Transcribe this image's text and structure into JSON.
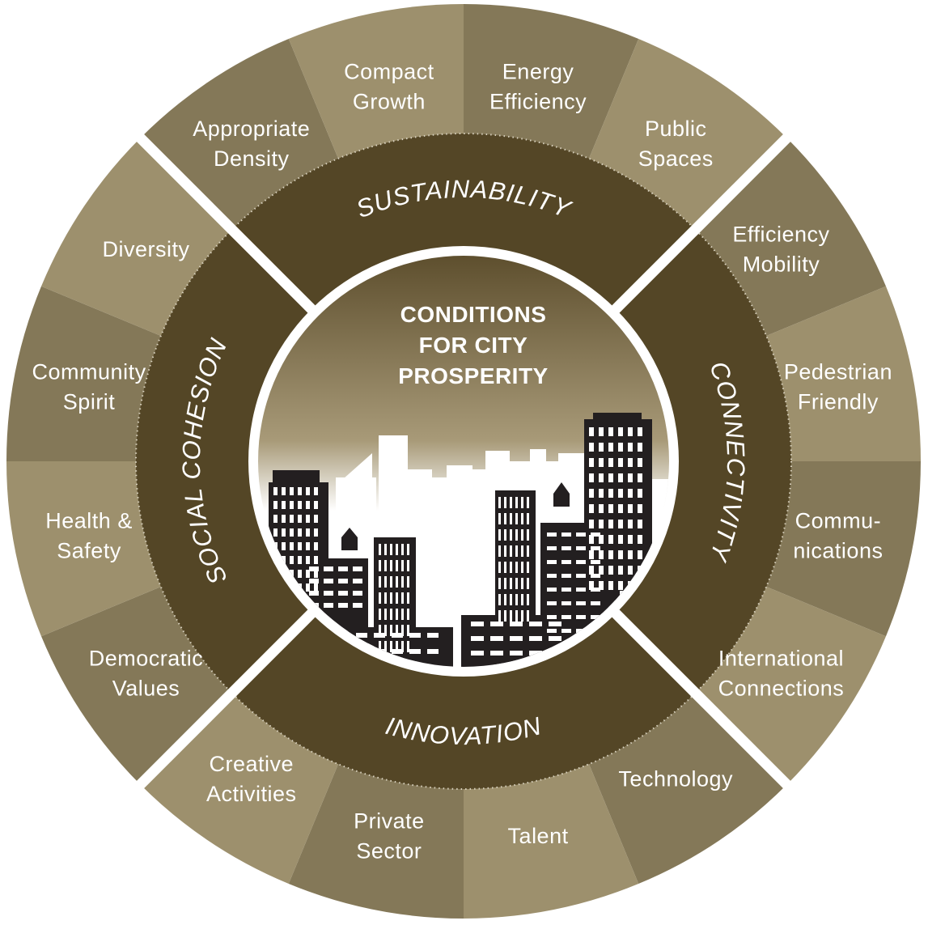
{
  "center": {
    "title_lines": [
      "CONDITIONS",
      "FOR CITY",
      "PROSPERITY"
    ]
  },
  "colors": {
    "outer_dark": "#847858",
    "outer_light": "#9d906d",
    "inner_ring": "#544626",
    "center_top": "#5e4f2e",
    "center_bottom": "#ffffff",
    "buildings": "#231f20",
    "divider": "#ffffff"
  },
  "dimensions": [
    {
      "name": "Sustainability",
      "label": "SUSTAINABILITY",
      "factors": [
        {
          "lines": [
            "Appropriate",
            "Density"
          ]
        },
        {
          "lines": [
            "Compact",
            "Growth"
          ]
        },
        {
          "lines": [
            "Energy",
            "Efficiency"
          ]
        },
        {
          "lines": [
            "Public",
            "Spaces"
          ]
        }
      ]
    },
    {
      "name": "Connectivity",
      "label": "CONNECTIVITY",
      "factors": [
        {
          "lines": [
            "Efficiency",
            "Mobility"
          ]
        },
        {
          "lines": [
            "Pedestrian",
            "Friendly"
          ]
        },
        {
          "lines": [
            "Commu-",
            "nications"
          ]
        },
        {
          "lines": [
            "International",
            "Connections"
          ]
        }
      ]
    },
    {
      "name": "Innovation",
      "label": "INNOVATION",
      "factors": [
        {
          "lines": [
            "Technology"
          ]
        },
        {
          "lines": [
            "Talent"
          ]
        },
        {
          "lines": [
            "Private",
            "Sector"
          ]
        },
        {
          "lines": [
            "Creative",
            "Activities"
          ]
        }
      ]
    },
    {
      "name": "Social Cohesion",
      "label": "SOCIAL COHESION",
      "factors": [
        {
          "lines": [
            "Democratic",
            "Values"
          ]
        },
        {
          "lines": [
            "Health &",
            "Safety"
          ]
        },
        {
          "lines": [
            "Community",
            "Spirit"
          ]
        },
        {
          "lines": [
            "Diversity"
          ]
        }
      ]
    }
  ]
}
